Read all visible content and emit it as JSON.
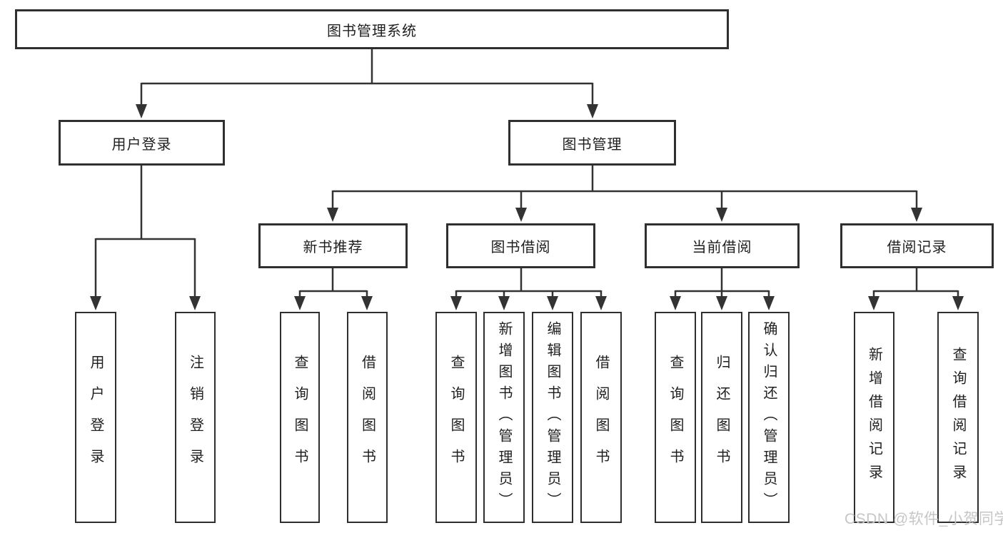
{
  "colors": {
    "line": "#333333",
    "box_border": "#2f2f2f",
    "text": "#1f1f1f",
    "watermark": "#c6c6c6",
    "background": "#ffffff"
  },
  "watermark": {
    "text": "CSDN @软件_小贺同学"
  },
  "tree": {
    "root": {
      "label": "图书管理系统"
    },
    "branches": [
      {
        "label": "用户登录",
        "children": [
          {
            "label": "用户登录"
          },
          {
            "label": "注销登录"
          }
        ]
      },
      {
        "label": "图书管理",
        "children": [
          {
            "label": "新书推荐",
            "children": [
              {
                "label": "查询图书"
              },
              {
                "label": "借阅图书"
              }
            ]
          },
          {
            "label": "图书借阅",
            "children": [
              {
                "label": "查询图书"
              },
              {
                "label": "新增图书（管理员）"
              },
              {
                "label": "编辑图书（管理员）"
              },
              {
                "label": "借阅图书"
              }
            ]
          },
          {
            "label": "当前借阅",
            "children": [
              {
                "label": "查询图书"
              },
              {
                "label": "归还图书"
              },
              {
                "label": "确认归还（管理员）"
              }
            ]
          },
          {
            "label": "借阅记录",
            "children": [
              {
                "label": "新增借阅记录"
              },
              {
                "label": "查询借阅记录"
              }
            ]
          }
        ]
      }
    ]
  }
}
